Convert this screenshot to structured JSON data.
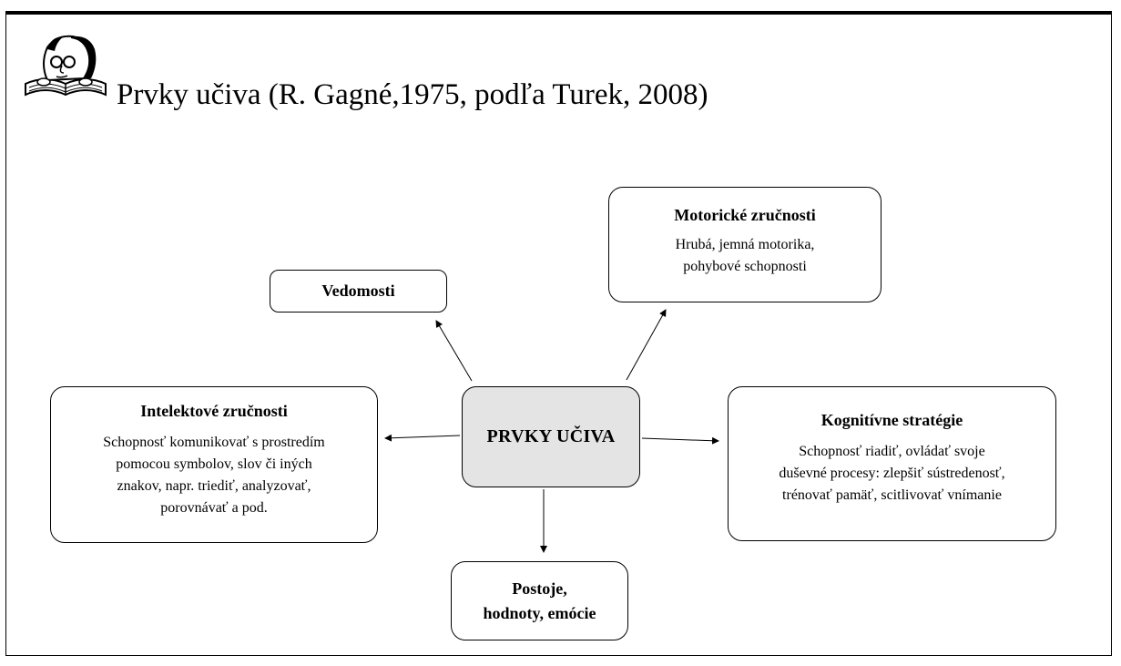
{
  "header": {
    "title": "Prvky učiva (R. Gagné,1975, podľa Turek, 2008)",
    "icon": "reading-man-icon"
  },
  "diagram": {
    "center": {
      "title": "PRVKY UČIVA"
    },
    "vedomosti": {
      "title": "Vedomosti"
    },
    "motoricke": {
      "title": "Motorické zručnosti",
      "text": [
        "Hrubá, jemná motorika,",
        "pohybové schopnosti"
      ]
    },
    "intelektove": {
      "title": "Intelektové zručnosti",
      "text": [
        "Schopnosť komunikovať s prostredím",
        "pomocou symbolov, slov či iných",
        "znakov, napr. triediť, analyzovať,",
        "porovnávať a pod."
      ]
    },
    "kognitivne": {
      "title": "Kognitívne stratégie",
      "text": [
        "Schopnosť riadiť, ovládať svoje",
        "duševné procesy: zlepšiť sústredenosť,",
        "trénovať pamäť, scitlivovať vnímanie"
      ]
    },
    "postoje": {
      "title": [
        "Postoje,",
        "hodnoty, emócie"
      ]
    },
    "edges": [
      {
        "from": "center",
        "to": "vedomosti"
      },
      {
        "from": "center",
        "to": "motoricke"
      },
      {
        "from": "center",
        "to": "intelektove"
      },
      {
        "from": "center",
        "to": "kognitivne"
      },
      {
        "from": "center",
        "to": "postoje"
      }
    ]
  }
}
